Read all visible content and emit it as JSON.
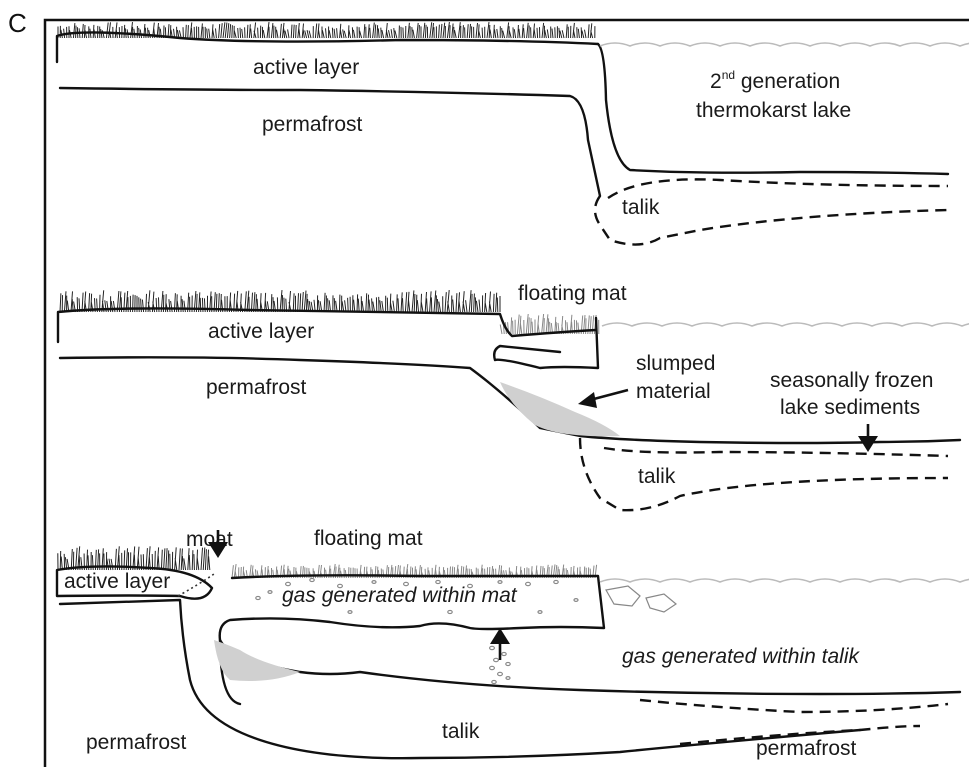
{
  "panel_letter": "C",
  "top_panel": {
    "active_layer": "active layer",
    "permafrost": "permafrost",
    "lake_sup_num": "2",
    "lake_sup": "nd",
    "lake_line1_rest": " generation",
    "lake_line2": "thermokarst lake",
    "talik": "talik"
  },
  "middle_panel": {
    "floating_mat": "floating mat",
    "active_layer": "active layer",
    "permafrost": "permafrost",
    "slumped_line1": "slumped",
    "slumped_line2": "material",
    "frozen_line1": "seasonally frozen",
    "frozen_line2": "lake sediments",
    "talik": "talik"
  },
  "bottom_panel": {
    "moat": "moat",
    "floating_mat": "floating mat",
    "active_layer": "active layer",
    "gas_mat": "gas generated within mat",
    "gas_talik": "gas generated within talik",
    "permafrost_left": "permafrost",
    "talik": "talik",
    "permafrost_right": "permafrost"
  }
}
